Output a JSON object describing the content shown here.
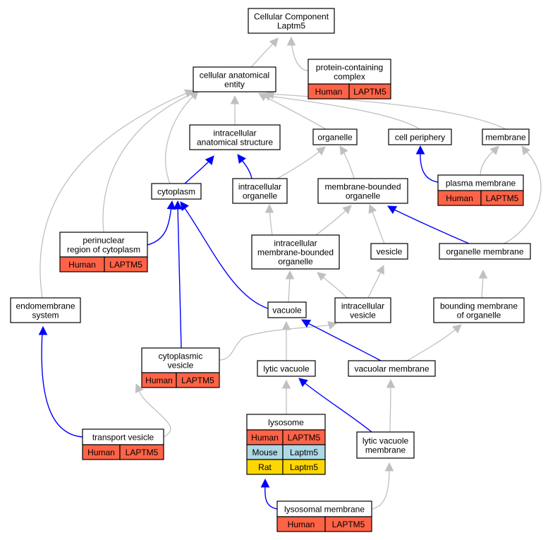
{
  "colors": {
    "human": "#ff6347",
    "mouse": "#add8e6",
    "rat": "#ffd700",
    "edge_is_a": "#c0c0c0",
    "edge_part_of": "#0000ff"
  },
  "nodes": {
    "cellular_component": {
      "lines": [
        "Cellular Component",
        "Laptm5"
      ]
    },
    "cellular_anatomical_entity": {
      "lines": [
        "cellular anatomical",
        "entity"
      ]
    },
    "protein_containing_complex": {
      "lines": [
        "protein-containing",
        "complex"
      ],
      "annotations": [
        {
          "species": "Human",
          "gene": "LAPTM5"
        }
      ]
    },
    "intracellular_anatomical_structure": {
      "lines": [
        "intracellular",
        "anatomical structure"
      ]
    },
    "organelle": {
      "lines": [
        "organelle"
      ]
    },
    "cell_periphery": {
      "lines": [
        "cell periphery"
      ]
    },
    "membrane": {
      "lines": [
        "membrane"
      ]
    },
    "cytoplasm": {
      "lines": [
        "cytoplasm"
      ]
    },
    "intracellular_organelle": {
      "lines": [
        "intracellular",
        "organelle"
      ]
    },
    "membrane_bounded_organelle": {
      "lines": [
        "membrane-bounded",
        "organelle"
      ]
    },
    "plasma_membrane": {
      "lines": [
        "plasma membrane"
      ],
      "annotations": [
        {
          "species": "Human",
          "gene": "LAPTM5"
        }
      ]
    },
    "perinuclear_region": {
      "lines": [
        "perinuclear",
        "region of cytoplasm"
      ],
      "annotations": [
        {
          "species": "Human",
          "gene": "LAPTM5"
        }
      ]
    },
    "intracellular_mb_organelle": {
      "lines": [
        "intracellular",
        "membrane-bounded",
        "organelle"
      ]
    },
    "vesicle": {
      "lines": [
        "vesicle"
      ]
    },
    "organelle_membrane": {
      "lines": [
        "organelle membrane"
      ]
    },
    "endomembrane_system": {
      "lines": [
        "endomembrane",
        "system"
      ]
    },
    "vacuole": {
      "lines": [
        "vacuole"
      ]
    },
    "intracellular_vesicle": {
      "lines": [
        "intracellular",
        "vesicle"
      ]
    },
    "bounding_membrane": {
      "lines": [
        "bounding membrane",
        "of organelle"
      ]
    },
    "cytoplasmic_vesicle": {
      "lines": [
        "cytoplasmic",
        "vesicle"
      ],
      "annotations": [
        {
          "species": "Human",
          "gene": "LAPTM5"
        }
      ]
    },
    "lytic_vacuole": {
      "lines": [
        "lytic vacuole"
      ]
    },
    "vacuolar_membrane": {
      "lines": [
        "vacuolar membrane"
      ]
    },
    "transport_vesicle": {
      "lines": [
        "transport vesicle"
      ],
      "annotations": [
        {
          "species": "Human",
          "gene": "LAPTM5"
        }
      ]
    },
    "lysosome": {
      "lines": [
        "lysosome"
      ],
      "annotations": [
        {
          "species": "Human",
          "gene": "LAPTM5"
        },
        {
          "species": "Mouse",
          "gene": "Laptm5"
        },
        {
          "species": "Rat",
          "gene": "Laptm5"
        }
      ]
    },
    "lytic_vacuole_membrane": {
      "lines": [
        "lytic vacuole",
        "membrane"
      ]
    },
    "lysosomal_membrane": {
      "lines": [
        "lysosomal membrane"
      ],
      "annotations": [
        {
          "species": "Human",
          "gene": "LAPTM5"
        }
      ]
    }
  }
}
